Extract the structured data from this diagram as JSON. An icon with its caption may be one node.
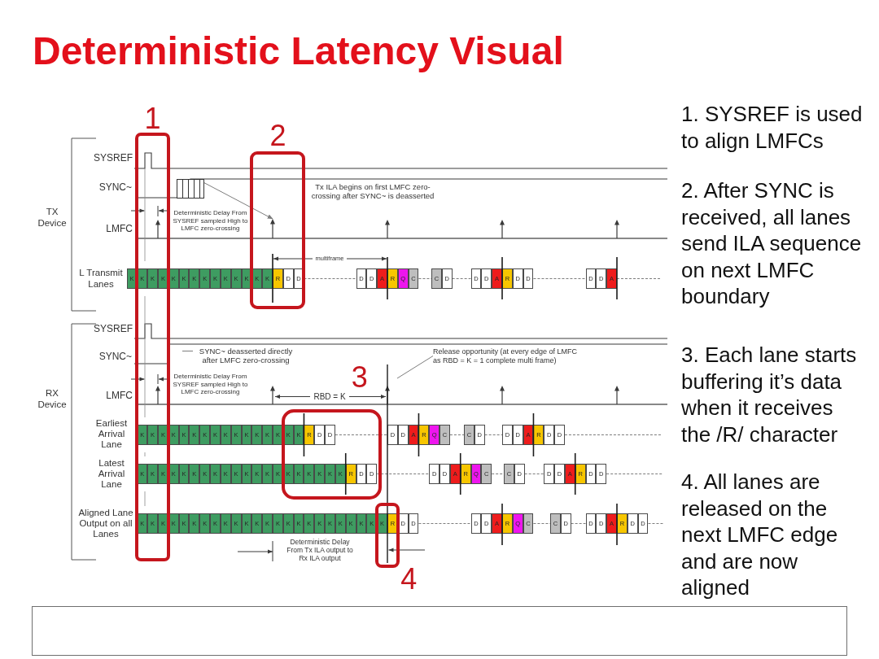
{
  "diagram": {
    "title": "Deterministic Latency Visual",
    "nodes": [
      {
        "text": [
          "1"
        ]
      },
      {
        "text": [
          "2"
        ]
      },
      {
        "text": [],
        "shape": "box"
      },
      {
        "text": [
          "K"
        ]
      },
      {
        "text": [
          "K"
        ],
        "in": 0
      },
      {
        "text": [
          "K"
        ],
        "in": 0
      },
      {
        "text": [
          "K"
        ],
        "in": 0
      },
      {
        "text": [
          "K"
        ]
      },
      {
        "text": [
          "K"
        ]
      },
      {
        "text": [
          "K"
        ]
      },
      {
        "text": [
          "K"
        ]
      },
      {
        "text": [
          "K"
        ]
      },
      {
        "text": [
          "K"
        ]
      },
      {
        "text": [
          "K"
        ]
      },
      {
        "text": [
          "K"
        ]
      },
      {
        "text": [
          "K"
        ],
        "in": 1
      },
      {
        "text": [
          "K"
        ],
        "in": 1
      },
      {
        "text": [
          "R"
        ],
        "in": 1
      },
      {
        "text": [
          "D"
        ],
        "in": 1
      },
      {
        "text": [
          "D"
        ],
        "in": 1
      },
      {
        "text": [
          "D"
        ]
      },
      {
        "text": [
          "D"
        ]
      },
      {
        "text": [
          "A"
        ]
      },
      {
        "text": [
          "R"
        ]
      },
      {
        "text": [
          "Q"
        ]
      },
      {
        "text": [
          "C"
        ]
      },
      {
        "text": [
          "C"
        ]
      },
      {
        "text": [
          "D"
        ]
      },
      {
        "text": [
          "D"
        ]
      },
      {
        "text": [
          "D"
        ]
      },
      {
        "text": [
          "A"
        ]
      },
      {
        "text": [
          "R"
        ]
      },
      {
        "text": [
          "D"
        ]
      },
      {
        "text": [
          "D"
        ]
      },
      {
        "text": [
          "D"
        ]
      },
      {
        "text": [
          "D"
        ]
      },
      {
        "text": [
          "A"
        ]
      },
      {
        "text": [
          "SYNC~ deasserted directly after LMFC zero-crossing"
        ]
      },
      {
        "text": [
          "Release opportunity (at every edge of LMFC as RBD = K = 1 complete multi frame)"
        ]
      },
      {
        "text": [
          "3"
        ]
      },
      {
        "text": [
          "K"
        ],
        "in": 0
      },
      {
        "text": [
          "K"
        ],
        "in": 0
      },
      {
        "text": [
          "K"
        ],
        "in": 0
      },
      {
        "text": [
          "K"
        ]
      },
      {
        "text": [
          "K"
        ]
      },
      {
        "text": [
          "K"
        ]
      },
      {
        "text": [
          "K"
        ]
      },
      {
        "text": [
          "K"
        ]
      },
      {
        "text": [
          "K"
        ]
      },
      {
        "text": [
          "K"
        ]
      },
      {
        "text": [
          "K"
        ]
      },
      {
        "text": [
          "K"
        ]
      },
      {
        "text": [
          "K"
        ]
      },
      {
        "text": [
          "K"
        ]
      },
      {
        "text": [
          "K"
        ],
        "in": 39
      },
      {
        "text": [
          "K"
        ],
        "in": 39
      },
      {
        "text": [
          "R"
        ],
        "in": 39
      },
      {
        "text": [
          "D"
        ],
        "in": 39
      },
      {
        "text": [
          "D"
        ],
        "in": 39
      },
      {
        "text": [
          "D"
        ]
      },
      {
        "text": [
          "D"
        ]
      },
      {
        "text": [
          "A"
        ]
      },
      {
        "text": [
          "R"
        ]
      },
      {
        "text": [
          "Q"
        ]
      },
      {
        "text": [
          "C"
        ]
      },
      {
        "text": [
          "C"
        ]
      },
      {
        "text": [
          "D"
        ]
      },
      {
        "text": [
          "D"
        ]
      },
      {
        "text": [
          "D"
        ]
      },
      {
        "text": [
          "A"
        ]
      },
      {
        "text": [
          "R"
        ]
      },
      {
        "text": [
          "D"
        ]
      },
      {
        "text": [
          "D"
        ]
      },
      {
        "text": [
          "K"
        ],
        "in": 0
      },
      {
        "text": [
          "K"
        ],
        "in": 0
      },
      {
        "text": [
          "K"
        ],
        "in": 0
      },
      {
        "text": [
          "K"
        ]
      },
      {
        "text": [
          "K"
        ]
      },
      {
        "text": [
          "K"
        ]
      },
      {
        "text": [
          "K"
        ]
      },
      {
        "text": [
          "K"
        ]
      },
      {
        "text": [
          "K"
        ]
      },
      {
        "text": [
          "K"
        ]
      },
      {
        "text": [
          "K"
        ]
      },
      {
        "text": [
          "K"
        ]
      },
      {
        "text": [
          "K"
        ]
      },
      {
        "text": [
          "K"
        ]
      },
      {
        "text": [
          "K"
        ],
        "in": 39
      },
      {
        "text": [
          "K"
        ],
        "in": 39
      },
      {
        "text": [
          "K"
        ],
        "in": 39
      },
      {
        "text": [
          "K"
        ],
        "in": 39
      },
      {
        "text": [
          "K"
        ],
        "in": 39
      },
      {
        "text": [
          "K"
        ],
        "in": 39
      },
      {
        "text": [
          "R"
        ],
        "in": 39
      },
      {
        "text": [
          "D"
        ],
        "in": 39
      },
      {
        "text": [
          "D"
        ],
        "in": 39
      },
      {
        "text": [
          "D"
        ]
      },
      {
        "text": [
          "D"
        ]
      },
      {
        "text": [
          "A"
        ]
      },
      {
        "text": [
          "R"
        ]
      },
      {
        "text": [
          "Q"
        ]
      },
      {
        "text": [
          "C"
        ]
      },
      {
        "text": [
          "C"
        ]
      },
      {
        "text": [
          "D"
        ]
      },
      {
        "text": [
          "D"
        ]
      },
      {
        "text": [
          "D"
        ]
      },
      {
        "text": [
          "A"
        ]
      },
      {
        "text": [
          "R"
        ]
      },
      {
        "text": [
          "D"
        ]
      },
      {
        "text": [
          "D"
        ]
      },
      {
        "text": [
          "4"
        ]
      },
      {
        "text": [
          "K"
        ],
        "in": 0
      },
      {
        "text": [
          "K"
        ],
        "in": 0
      },
      {
        "text": [
          "K"
        ],
        "in": 0
      },
      {
        "text": [
          "K"
        ]
      },
      {
        "text": [
          "K"
        ]
      },
      {
        "text": [
          "K"
        ]
      },
      {
        "text": [
          "K"
        ]
      },
      {
        "text": [
          "K"
        ]
      },
      {
        "text": [
          "K"
        ]
      },
      {
        "text": [
          "K"
        ]
      },
      {
        "text": [
          "K"
        ]
      },
      {
        "text": [
          "K"
        ]
      },
      {
        "text": [
          "K"
        ]
      },
      {
        "text": [
          "K"
        ]
      },
      {
        "text": [
          "K"
        ]
      },
      {
        "text": [
          "K"
        ]
      },
      {
        "text": [
          "K"
        ]
      },
      {
        "text": [
          "K"
        ]
      },
      {
        "text": [
          "K"
        ]
      },
      {
        "text": [
          "K"
        ]
      },
      {
        "text": [
          "K"
        ]
      },
      {
        "text": [
          "K"
        ]
      },
      {
        "text": [
          "K"
        ]
      },
      {
        "text": [
          "K"
        ],
        "in": 110
      },
      {
        "text": [
          "R"
        ],
        "in": 110
      },
      {
        "text": [
          "D"
        ]
      },
      {
        "text": [
          "D"
        ]
      },
      {
        "text": [
          "D"
        ]
      },
      {
        "text": [
          "D"
        ]
      },
      {
        "text": [
          "A"
        ]
      },
      {
        "text": [
          "R"
        ]
      },
      {
        "text": [
          "Q"
        ]
      },
      {
        "text": [
          "C"
        ]
      },
      {
        "text": [
          "C"
        ]
      },
      {
        "text": [
          "D"
        ]
      },
      {
        "text": [
          "D"
        ]
      },
      {
        "text": [
          "D"
        ]
      },
      {
        "text": [
          "A"
        ]
      },
      {
        "text": [
          "R"
        ]
      },
      {
        "text": [
          "D"
        ]
      },
      {
        "text": [
          "D"
        ]
      },
      {
        "text": [],
        "shape": "arrow",
        "in": 1
      }
    ],
    "edges": [
      {
        "from": 2,
        "to": 152,
        "arrow": "to"
      },
      {
        "from": 19,
        "to": 20,
        "arrow": "none",
        "style": "dashed"
      },
      {
        "from": 25,
        "to": 26,
        "arrow": "none",
        "style": "dashed"
      },
      {
        "from": 27,
        "to": 28,
        "arrow": "none",
        "style": "dashed"
      },
      {
        "from": 33,
        "to": 34,
        "arrow": "none",
        "style": "dashed"
      },
      {
        "from": 36,
        "to": null,
        "arrow": "none",
        "style": "dashed"
      },
      {
        "from": 37,
        "to": null,
        "arrow": "none"
      },
      {
        "from": 38,
        "to": null,
        "arrow": "none"
      },
      {
        "from": 58,
        "to": 59,
        "arrow": "none",
        "style": "dashed"
      },
      {
        "from": 64,
        "to": 65,
        "arrow": "none",
        "style": "dashed"
      },
      {
        "from": 66,
        "to": 67,
        "arrow": "none",
        "style": "dashed"
      },
      {
        "from": 72,
        "to": null,
        "arrow": "none",
        "style": "dashed"
      },
      {
        "from": 95,
        "to": 96,
        "arrow": "none",
        "style": "dashed"
      },
      {
        "from": 101,
        "to": 102,
        "arrow": "none",
        "style": "dashed"
      },
      {
        "from": 103,
        "to": 104,
        "arrow": "none",
        "style": "dashed"
      },
      {
        "from": 109,
        "to": null,
        "arrow": "none",
        "style": "dashed"
      },
      {
        "from": 137,
        "to": 138,
        "arrow": "none",
        "style": "dashed"
      },
      {
        "from": 143,
        "to": 144,
        "arrow": "none",
        "style": "dashed"
      },
      {
        "from": 145,
        "to": 146,
        "arrow": "none",
        "style": "dashed"
      },
      {
        "from": 151,
        "to": null,
        "arrow": "none",
        "style": "dashed"
      }
    ],
    "labels": [
      "SYSREF",
      "SYNC~",
      "Tx ILA begins on first LMFC zero-crossing after SYNC~ is deasserted",
      "TX Device",
      "Deterministic Delay From SYSREF sampled High to LMFC zero-crossing",
      "LMFC",
      "multiframe",
      "L Transmit Lanes",
      "SYSREF",
      "SYNC~",
      "RX Device",
      "Deterministic Delay From SYSREF sampled High to LMFC zero-crossing",
      "LMFC",
      "RBD = K",
      "Earliest Arrival Lane",
      "Latest Arrival Lane",
      "Aligned Lane Output on all Lanes",
      "Deterministic Delay From Tx ILA output to Rx ILA output",
      "1. SYSREF is used to align LMFCs",
      "2. After SYNC is received, all lanes send ILA sequence on next LMFC boundary",
      "3. Each lane starts buffering it’s data when it receives the /R/ character",
      "4. All lanes are released on the next LMFC edge and are now aligned"
    ]
  }
}
